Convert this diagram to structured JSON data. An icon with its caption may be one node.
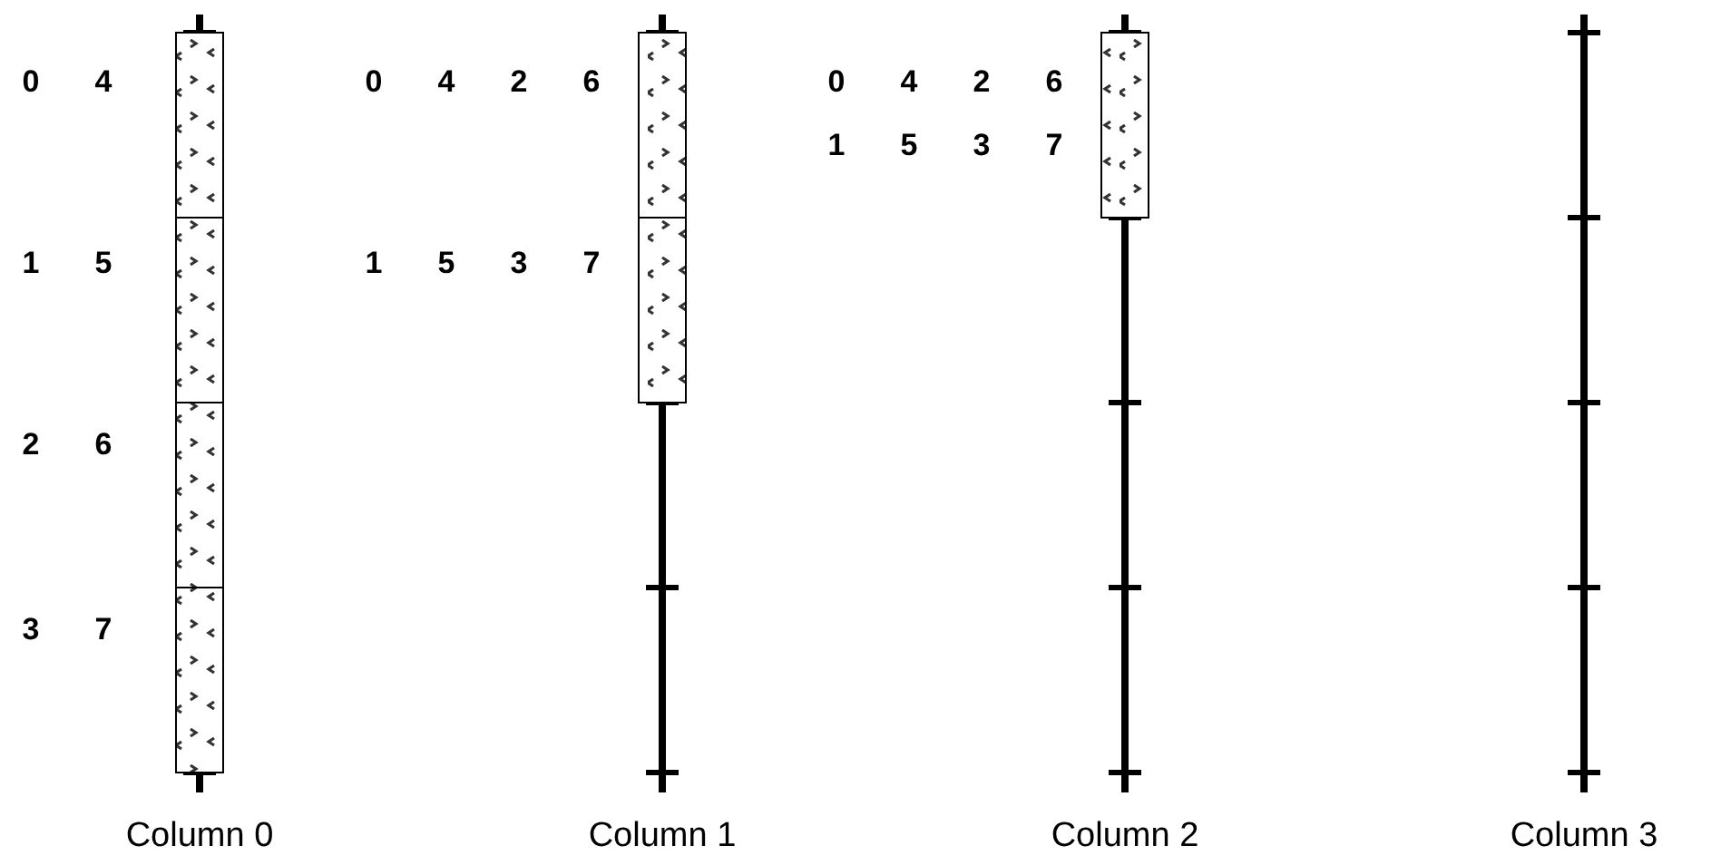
{
  "diagram": {
    "labels": [
      "0",
      "4",
      "1",
      "5",
      "2",
      "6",
      "3",
      "7",
      "0",
      "4",
      "2",
      "6",
      "1",
      "5",
      "3",
      "7",
      "0",
      "4",
      "2",
      "6",
      "1",
      "5",
      "3",
      "7",
      "Column 0",
      "Column 1",
      "Column 2",
      "Column 3"
    ]
  }
}
